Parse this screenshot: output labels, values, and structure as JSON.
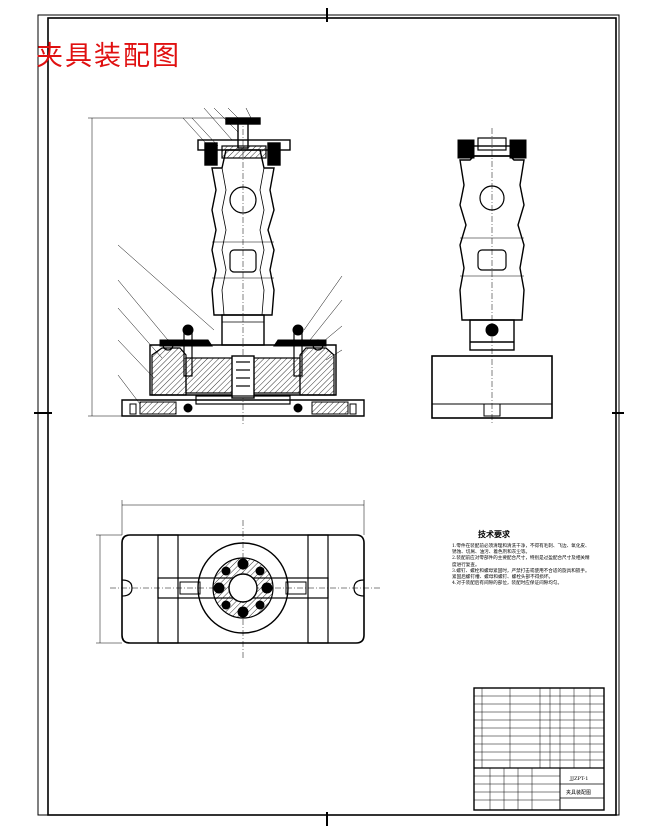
{
  "drawing": {
    "title": "夹具装配图"
  },
  "technical_requirements": {
    "heading": "技术要求",
    "notes": [
      "1.零件在装配前必须清理和清洗干净，不得有毛刺、飞边、氧化皮、锈蚀、切屑、油污、着色剂和灰尘等。",
      "2.装配前应对零部件的主要配合尺寸，特别是过盈配合尺寸及相关精度进行复查。",
      "3.螺钉、螺栓和螺母紧固时，严禁打击或使用不合适的旋具和扳手。紧固后螺钉槽、螺母和螺钉、螺栓头部不得损坏。",
      "4.对于装配后有间隙的部位，装配时应保证间隙均匀。"
    ]
  },
  "title_block": {
    "drawing_name": "夹具装配图",
    "drawing_number": "JJZPT-1"
  }
}
